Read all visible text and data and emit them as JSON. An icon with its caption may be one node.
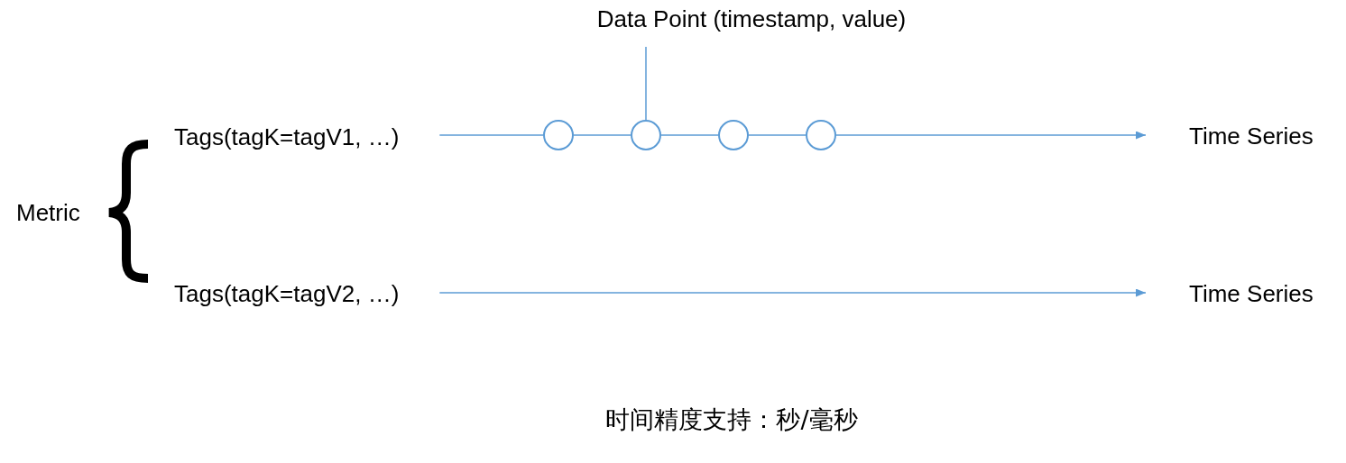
{
  "diagram": {
    "nodes": [
      {
        "text": [
          "Data Point (timestamp, value)"
        ]
      },
      {
        "text": [
          "Tags(tagK=tagV1, …)"
        ]
      },
      {
        "text": [],
        "shape": "circle"
      },
      {
        "text": [],
        "shape": "circle"
      },
      {
        "text": [],
        "shape": "circle"
      },
      {
        "text": [],
        "shape": "circle"
      },
      {
        "text": [
          "Time Series"
        ]
      },
      {
        "text": [
          "Tags(tagK=tagV2, …)"
        ]
      },
      {
        "text": [
          "Time Series"
        ]
      }
    ],
    "edges": [
      {
        "from": 0,
        "to": 3,
        "arrow": "none"
      },
      {
        "from": 1,
        "to": 2,
        "arrow": "none"
      },
      {
        "from": 2,
        "to": 3,
        "arrow": "none"
      },
      {
        "from": 3,
        "to": 4,
        "arrow": "none"
      },
      {
        "from": 4,
        "to": 5,
        "arrow": "none"
      },
      {
        "from": 5,
        "to": 6,
        "arrow": "to"
      },
      {
        "from": 7,
        "to": 8,
        "arrow": "to"
      }
    ],
    "labels": [
      "Metric",
      "时间精度支持：秒/毫秒"
    ]
  }
}
